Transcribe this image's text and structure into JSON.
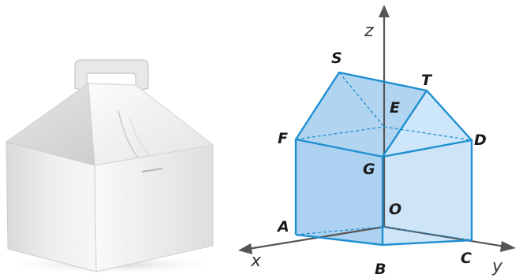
{
  "figure": {
    "box_photo": {
      "icon": "gift-box-with-handle"
    },
    "coordinate_diagram": {
      "axes": {
        "x": "x",
        "y": "y",
        "z": "z"
      },
      "points": {
        "S": "S",
        "T": "T",
        "E": "E",
        "F": "F",
        "D": "D",
        "G": "G",
        "O": "O",
        "A": "A",
        "B": "B",
        "C": "C"
      },
      "colors": {
        "edge": "#1f8fd0",
        "face_front": "#9ec9ee",
        "face_side": "#c6e1f7",
        "roof_left": "#a9d0f0",
        "roof_right": "#c9e3f8",
        "axis": "#555555"
      }
    }
  }
}
